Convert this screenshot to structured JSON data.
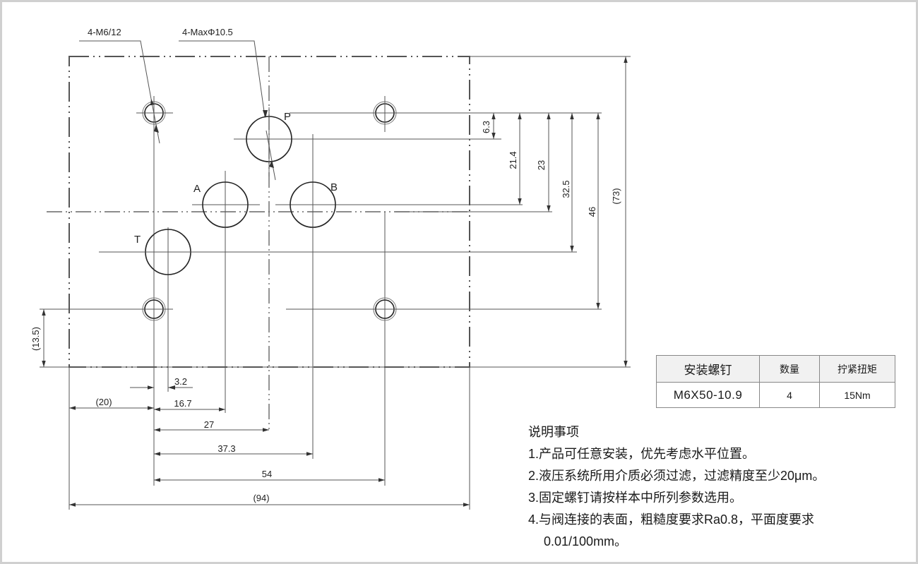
{
  "drawing": {
    "title": "Mounting interface diagram",
    "callouts": {
      "screw_holes": "4-M6/12",
      "ports": "4-MaxΦ10.5"
    },
    "port_labels": {
      "P": "P",
      "A": "A",
      "B": "B",
      "T": "T"
    },
    "vertical_dimensions": [
      {
        "id": "dim-6-3",
        "value": "6.3"
      },
      {
        "id": "dim-21-4",
        "value": "21.4"
      },
      {
        "id": "dim-23",
        "value": "23"
      },
      {
        "id": "dim-32-5",
        "value": "32.5"
      },
      {
        "id": "dim-46",
        "value": "46"
      },
      {
        "id": "dim-73",
        "value": "(73)"
      },
      {
        "id": "dim-13-5",
        "value": "(13.5)"
      }
    ],
    "horizontal_dimensions": [
      {
        "id": "dim-3-2",
        "value": "3.2"
      },
      {
        "id": "dim-20",
        "value": "(20)"
      },
      {
        "id": "dim-16-7",
        "value": "16.7"
      },
      {
        "id": "dim-27",
        "value": "27"
      },
      {
        "id": "dim-37-3",
        "value": "37.3"
      },
      {
        "id": "dim-54",
        "value": "54"
      },
      {
        "id": "dim-94",
        "value": "(94)"
      }
    ]
  },
  "spec_table": {
    "headers": [
      "安装螺钉",
      "数量",
      "拧紧扭矩"
    ],
    "rows": [
      [
        "M6X50-10.9",
        "4",
        "15Nm"
      ]
    ]
  },
  "notes": {
    "title": "说明事项",
    "items": [
      "1.产品可任意安装，优先考虑水平位置。",
      "2.液压系统所用介质必须过滤，过滤精度至少20μm。",
      "3.固定螺钉请按样本中所列参数选用。",
      "4.与阀连接的表面，粗糙度要求Ra0.8，平面度要求",
      "0.01/100mm。"
    ]
  }
}
